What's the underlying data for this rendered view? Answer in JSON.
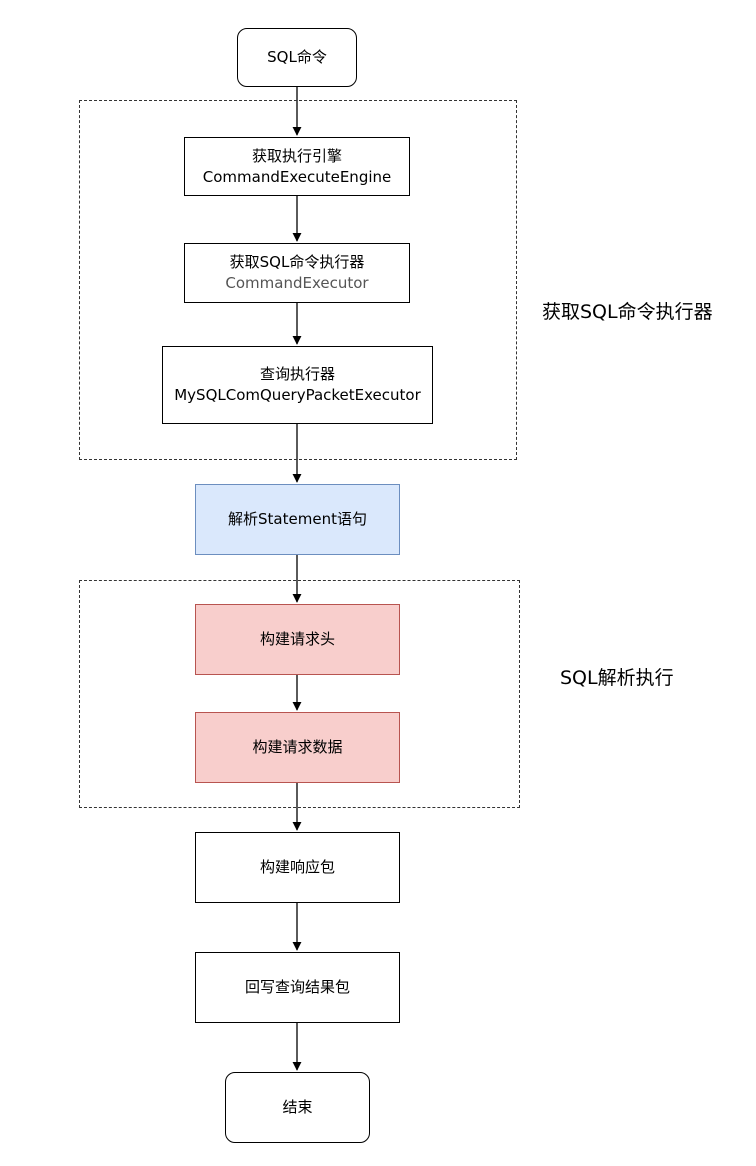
{
  "nodes": {
    "start": "SQL命令",
    "get_engine": {
      "line1": "获取执行引擎",
      "line2": "CommandExecuteEngine"
    },
    "get_executor": {
      "line1": "获取SQL命令执行器",
      "line2": "CommandExecutor"
    },
    "query_executor": {
      "line1": "查询执行器",
      "line2": "MySQLComQueryPacketExecutor"
    },
    "parse_statement": "解析Statement语句",
    "build_header": "构建请求头",
    "build_data": "构建请求数据",
    "build_response": "构建响应包",
    "write_back": "回写查询结果包",
    "end": "结束"
  },
  "groups": {
    "get_executor_group": "获取SQL命令执行器",
    "sql_exec_group": "SQL解析执行"
  },
  "colors": {
    "blue_fill": "#dae8fc",
    "blue_stroke": "#6c8ebf",
    "red_fill": "#f8cecc",
    "red_stroke": "#b85450"
  }
}
